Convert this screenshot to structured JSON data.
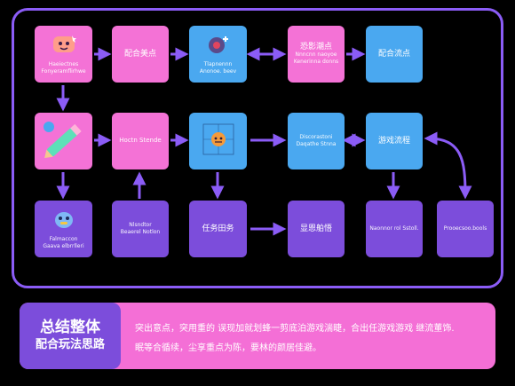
{
  "nodes": {
    "n1": {
      "label": "Haeiectnes",
      "sub": "Fonyeramflirhwe"
    },
    "n2": {
      "label": "配合美点"
    },
    "n3": {
      "label": "Tlapnennn",
      "sub": "Anonoe. beev"
    },
    "n4": {
      "label": "恐影潮点",
      "sub": "Nnncnn naoyoe\nKenerinna donns"
    },
    "n5": {
      "label": "配合流点"
    },
    "n6": {
      "label": ""
    },
    "n7": {
      "label": "Hoctn Stende"
    },
    "n8": {
      "label": ""
    },
    "n9": {
      "label": "Discorastoni",
      "sub": "Daqathe Stnna"
    },
    "n10": {
      "label": "游戏流程"
    },
    "n11": {
      "label": "Falmaccon",
      "sub": "Gaava elbrrlleri"
    },
    "n12": {
      "label": "Nlsndtor",
      "sub": "Beaerel Notlon"
    },
    "n13": {
      "label": "任务田务"
    },
    "n14": {
      "label": "显恩舶悟"
    },
    "n15": {
      "label": "Naonnor rol Sstoll."
    },
    "n16": {
      "label": "Prooecsoo.bools"
    }
  },
  "summary": {
    "badge_line1": "总结整体",
    "badge_line2": "配合玩法思路",
    "text_line1": "突出意点，突用重的 误现加就划蜂一剪底泊游戏湍睫，合出任游戏游戏 继流董饰.",
    "text_line2": "眠等合循续，尘享重点为陈，要林的颜居佳避。"
  },
  "colors": {
    "frame": "#8b5cf6",
    "pink": "#f472d6",
    "blue": "#4aa8f0",
    "purple": "#7c4ddb",
    "background": "#000000"
  }
}
